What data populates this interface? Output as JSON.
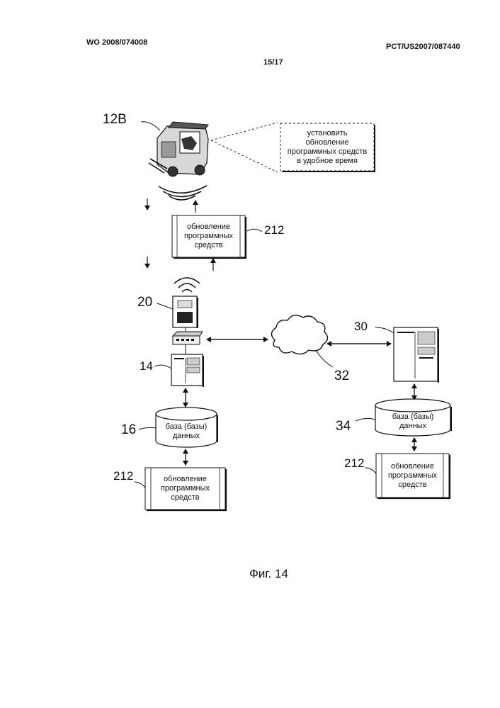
{
  "header": {
    "pub_number": "WO 2008/074008",
    "app_number": "PCT/US2007/087440",
    "sheet": "15/17"
  },
  "figure": {
    "caption": "Фиг. 14",
    "labels": {
      "truck": "12B",
      "gateway": "20",
      "server": "14",
      "db_local": "16",
      "network": "32",
      "remote_server": "30",
      "db_remote": "34",
      "update_top": "212",
      "update_left": "212",
      "update_right": "212"
    },
    "callout": [
      "установить",
      "обновление",
      "программных средств",
      "в удобное время"
    ],
    "update_box": [
      "обновление",
      "программных",
      "средств"
    ],
    "db_local_text": [
      "база (базы)",
      "данных"
    ],
    "db_remote_text": [
      "база (базы)",
      "данных"
    ]
  }
}
